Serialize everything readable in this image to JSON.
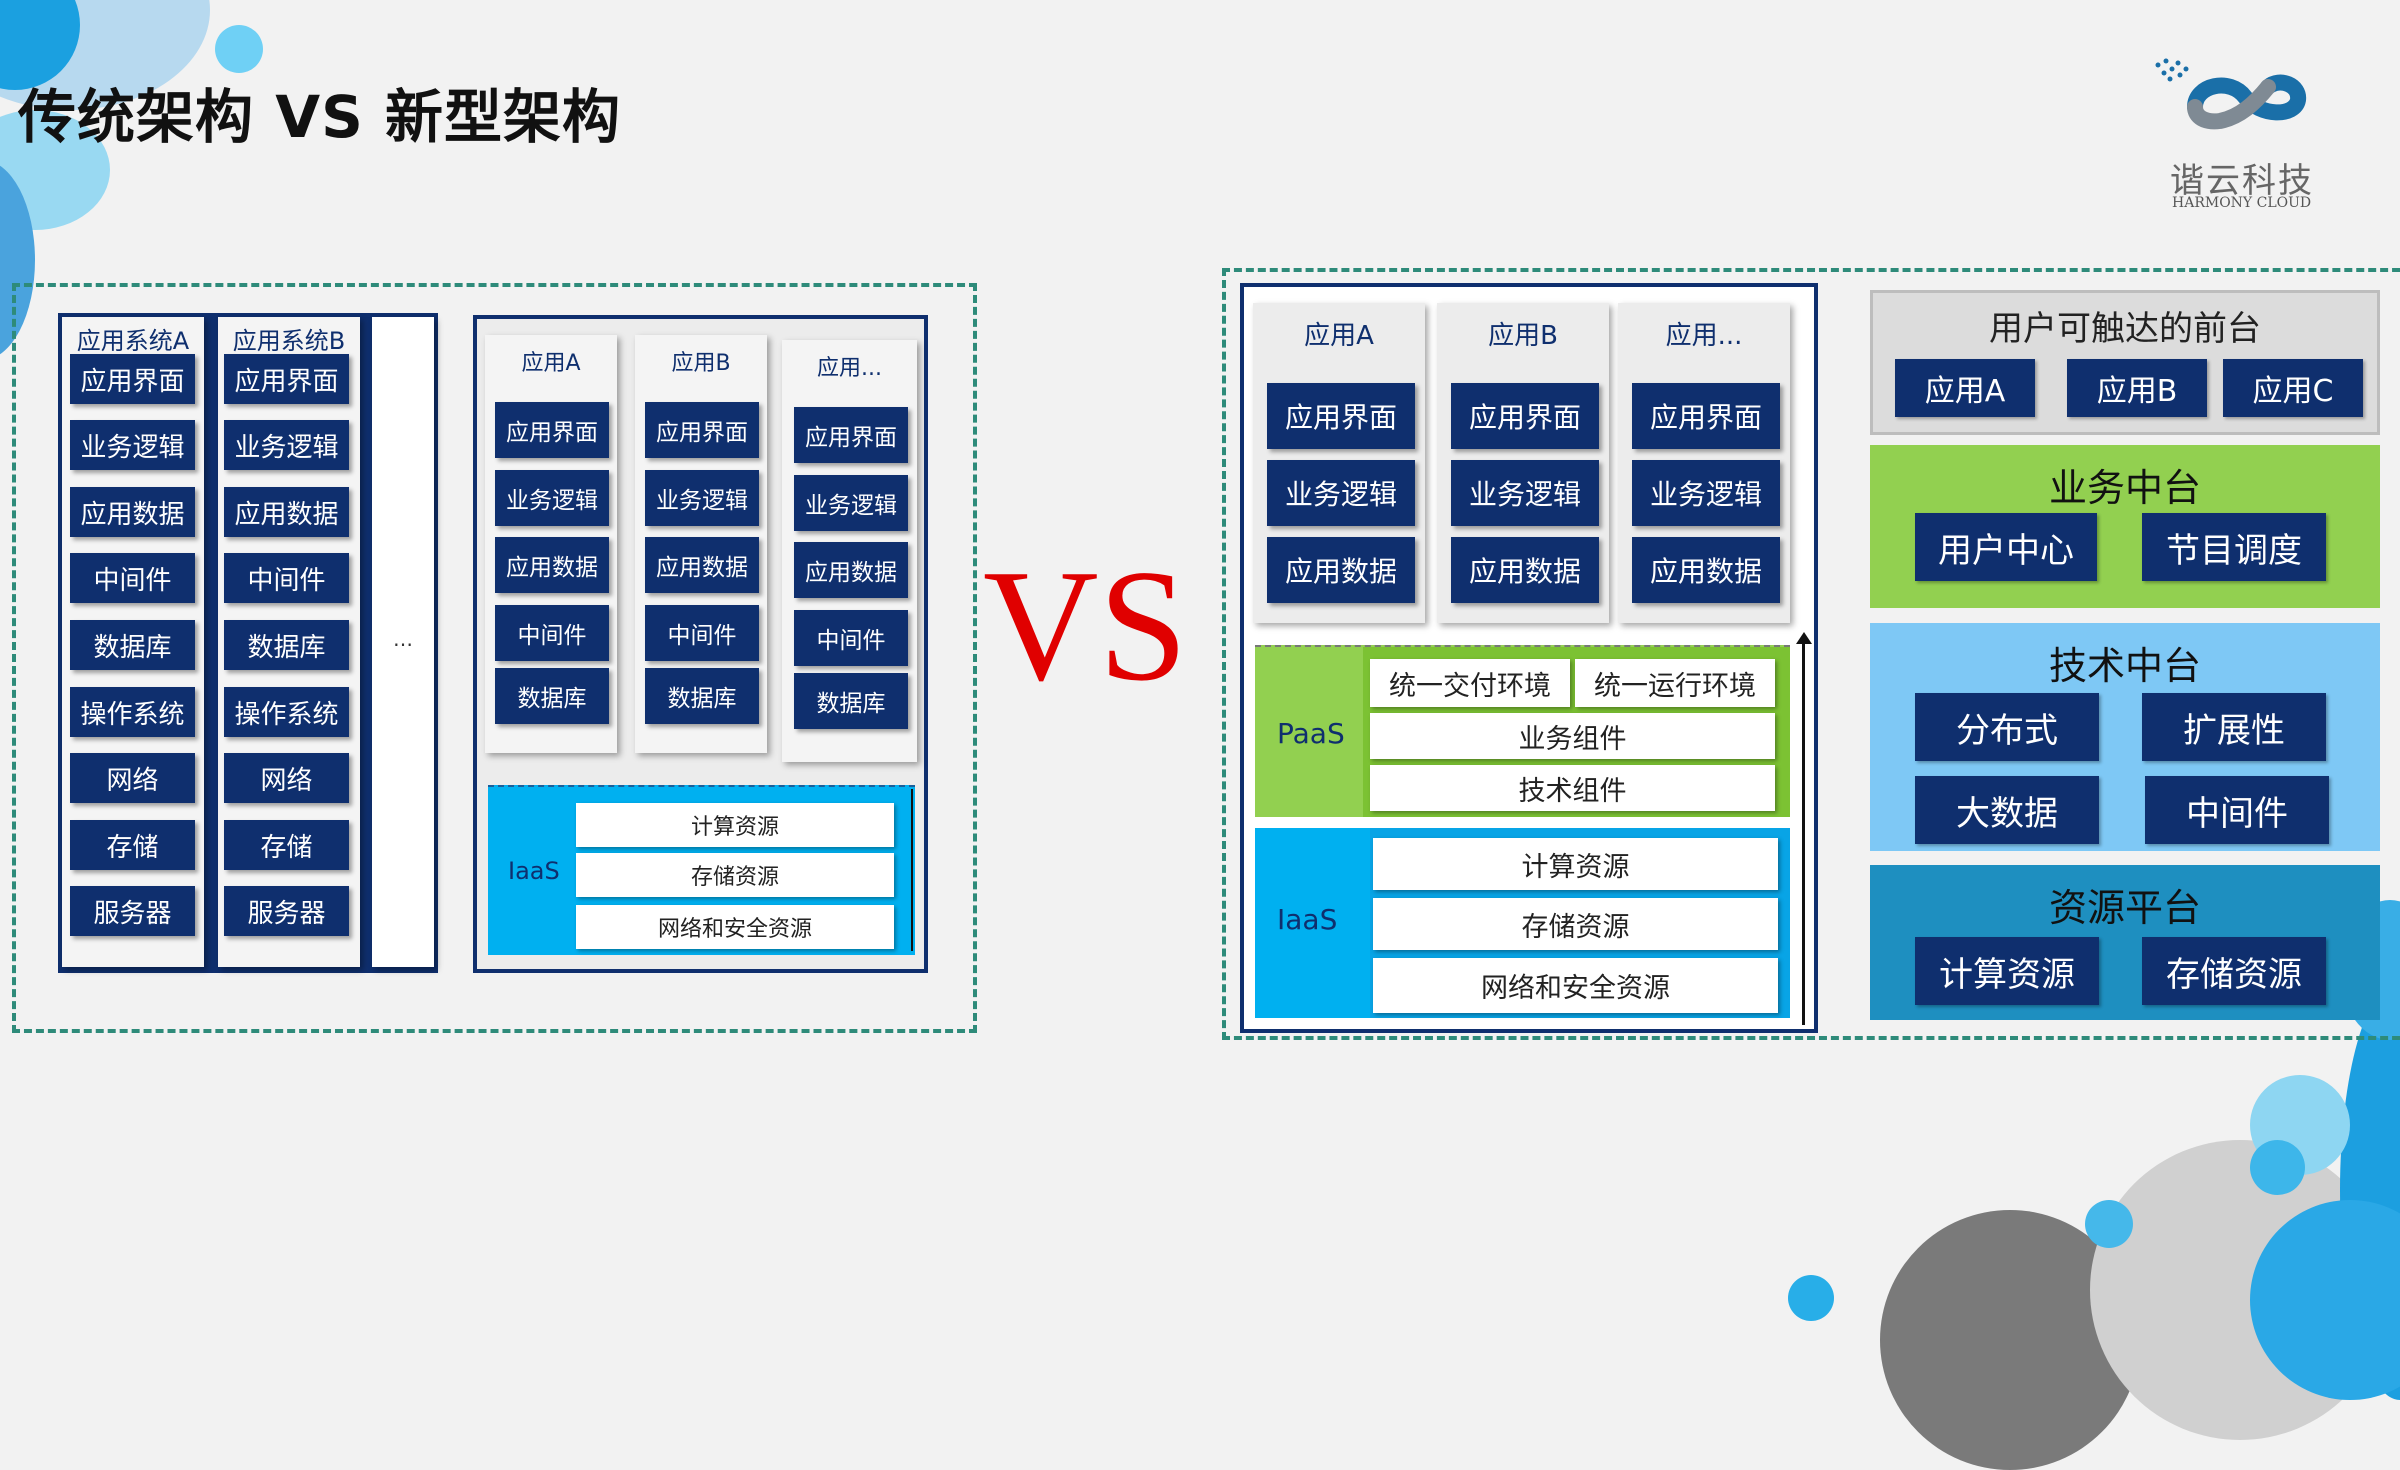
{
  "title": "传统架构 VS 新型架构",
  "vs_label": "VS",
  "logo": {
    "name_cn": "谐云科技",
    "name_en": "HARMONY CLOUD"
  },
  "traditional": {
    "systems": [
      {
        "label": "应用系统A",
        "layers": [
          "应用界面",
          "业务逻辑",
          "应用数据",
          "中间件",
          "数据库",
          "操作系统",
          "网络",
          "存储",
          "服务器"
        ]
      },
      {
        "label": "应用系统B",
        "layers": [
          "应用界面",
          "业务逻辑",
          "应用数据",
          "中间件",
          "数据库",
          "操作系统",
          "网络",
          "存储",
          "服务器"
        ]
      }
    ],
    "more": "…"
  },
  "iaas_era": {
    "apps": [
      {
        "label": "应用A",
        "layers": [
          "应用界面",
          "业务逻辑",
          "应用数据",
          "中间件",
          "数据库"
        ]
      },
      {
        "label": "应用B",
        "layers": [
          "应用界面",
          "业务逻辑",
          "应用数据",
          "中间件",
          "数据库"
        ]
      },
      {
        "label": "应用...",
        "layers": [
          "应用界面",
          "业务逻辑",
          "应用数据",
          "中间件",
          "数据库"
        ]
      }
    ],
    "iaas_label": "IaaS",
    "resources": [
      "计算资源",
      "存储资源",
      "网络和安全资源"
    ]
  },
  "paas_era": {
    "apps": [
      {
        "label": "应用A",
        "layers": [
          "应用界面",
          "业务逻辑",
          "应用数据"
        ]
      },
      {
        "label": "应用B",
        "layers": [
          "应用界面",
          "业务逻辑",
          "应用数据"
        ]
      },
      {
        "label": "应用...",
        "layers": [
          "应用界面",
          "业务逻辑",
          "应用数据"
        ]
      }
    ],
    "paas_label": "PaaS",
    "paas_env": [
      "统一交付环境",
      "统一运行环境"
    ],
    "paas_items": [
      "业务组件",
      "技术组件"
    ],
    "iaas_label": "IaaS",
    "resources": [
      "计算资源",
      "存储资源",
      "网络和安全资源"
    ]
  },
  "platform": {
    "frontend": {
      "title": "用户可触达的前台",
      "items": [
        "应用A",
        "应用B",
        "应用C"
      ],
      "color": "#dcdcdc"
    },
    "business": {
      "title": "业务中台",
      "items": [
        "用户中心",
        "节目调度"
      ],
      "color": "#92d050"
    },
    "tech": {
      "title": "技术中台",
      "items": [
        "分布式",
        "扩展性",
        "大数据",
        "中间件"
      ],
      "color": "#7ec8f5"
    },
    "resource": {
      "title": "资源平台",
      "items": [
        "计算资源",
        "存储资源"
      ],
      "color": "#1e8fc0"
    }
  },
  "colors": {
    "navy": "#0f2f6e",
    "cyan": "#00b0f0",
    "green": "#92d050",
    "accent_red": "#e00000",
    "dash": "#2e8b7a"
  }
}
